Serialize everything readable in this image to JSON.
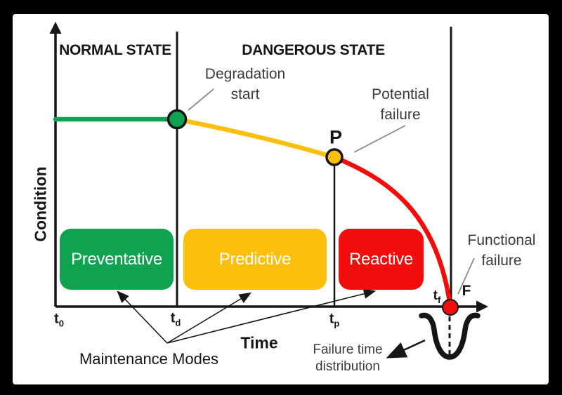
{
  "colors": {
    "frame": "#000000",
    "canvas": "#ffffff",
    "ink": "#161616",
    "annotation": "#3b3b3b",
    "leader": "#8a8a8a",
    "green": "#0fa351",
    "yellow": "#fcbf0e",
    "red": "#f20d0d"
  },
  "states": {
    "normal": "NORMAL STATE",
    "dangerous": "DANGEROUS STATE"
  },
  "axes": {
    "y_label": "Condition",
    "x_label": "Time",
    "ticks": [
      {
        "base": "t",
        "sub": "0"
      },
      {
        "base": "t",
        "sub": "d"
      },
      {
        "base": "t",
        "sub": "p"
      },
      {
        "base": "t",
        "sub": "f"
      }
    ]
  },
  "points": {
    "degradation": {
      "line1": "Degradation",
      "line2": "start"
    },
    "potential": {
      "line1": "Potential",
      "line2": "failure",
      "marker": "P"
    },
    "functional": {
      "line1": "Functional",
      "line2": "failure",
      "marker": "F"
    }
  },
  "maintenance": {
    "title": "Maintenance Modes",
    "modes": [
      {
        "label": "Preventative",
        "color": "#0fa351"
      },
      {
        "label": "Predictive",
        "color": "#fcbf0e"
      },
      {
        "label": "Reactive",
        "color": "#f20d0d"
      }
    ]
  },
  "distribution": {
    "line1": "Failure time",
    "line2": "distribution"
  }
}
